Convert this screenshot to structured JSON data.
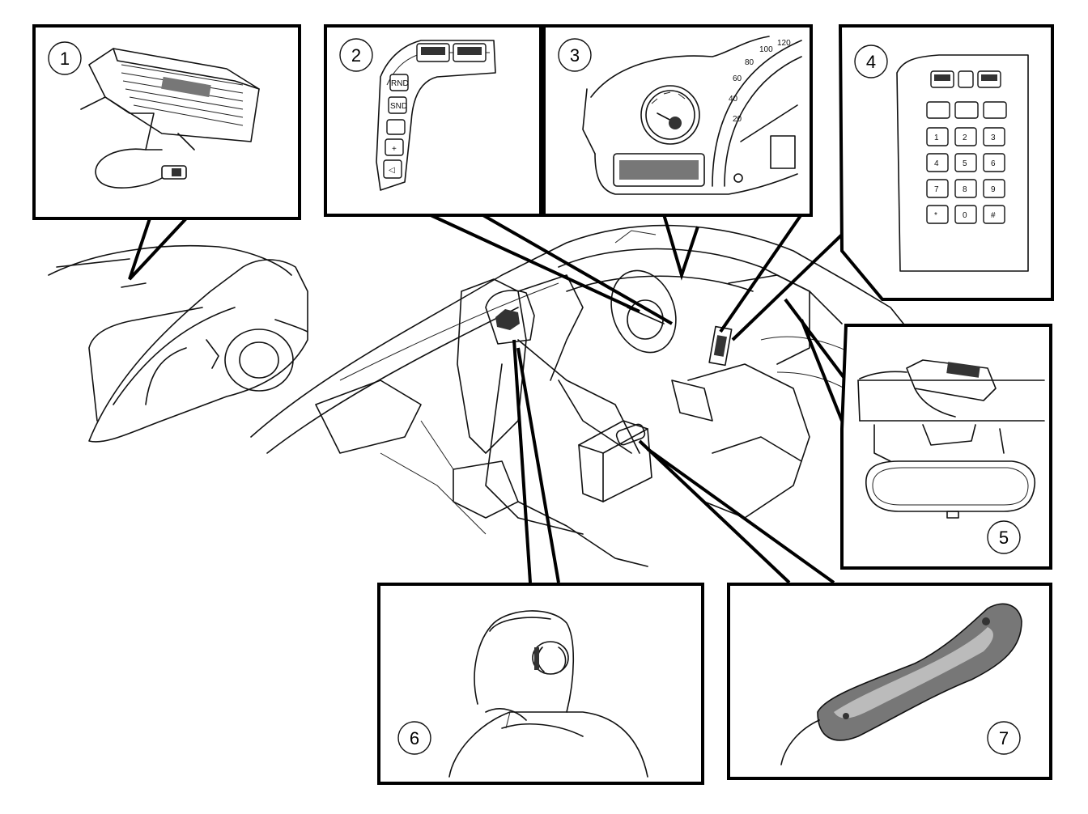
{
  "diagram": {
    "callouts": [
      {
        "id": 1,
        "label": "1"
      },
      {
        "id": 2,
        "label": "2"
      },
      {
        "id": 3,
        "label": "3"
      },
      {
        "id": 4,
        "label": "4"
      },
      {
        "id": 5,
        "label": "5"
      },
      {
        "id": 6,
        "label": "6"
      },
      {
        "id": 7,
        "label": "7"
      }
    ],
    "speedometer_ticks": [
      "20",
      "40",
      "60",
      "80",
      "100",
      "120"
    ],
    "keypad_keys": [
      "1",
      "2",
      "3",
      "4",
      "5",
      "6",
      "7",
      "8",
      "9",
      "*",
      "0",
      "#"
    ]
  }
}
